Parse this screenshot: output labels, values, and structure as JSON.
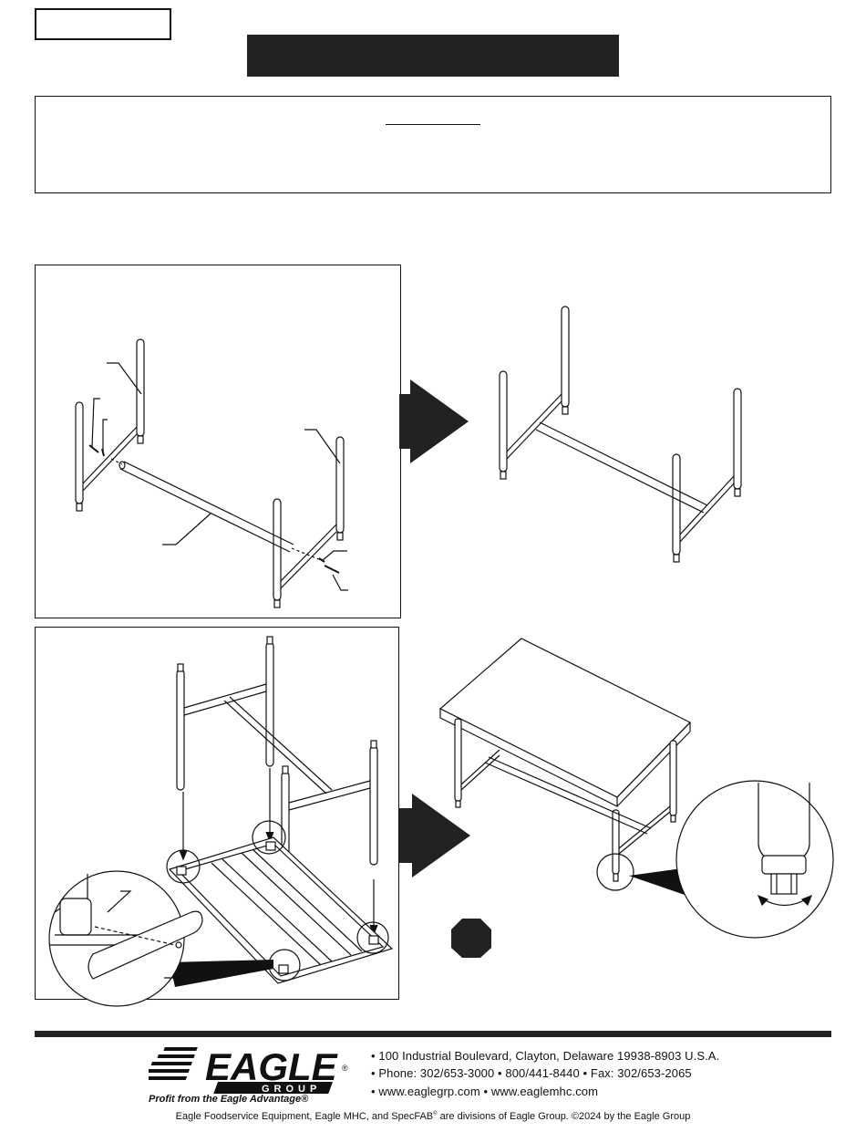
{
  "footer": {
    "address": "• 100 Industrial Boulevard, Clayton, Delaware 19938-8903 U.S.A.",
    "phone": "• Phone: 302/653-3000 • 800/441-8440 • Fax: 302/653-2065",
    "web": "• www.eaglegrp.com • www.eaglemhc.com",
    "legal_prefix": "Eagle Foodservice Equipment, Eagle MHC, and SpecFAB",
    "legal_suffix": " are divisions of Eagle Group. ©2024 by the Eagle Group",
    "registered_mark": "®"
  },
  "logo": {
    "word": "EAGLE",
    "sub": "GROUP",
    "mark": "®",
    "tagline": "Profit from the Eagle Advantage®"
  },
  "colors": {
    "ink": "#111111",
    "bar": "#222222",
    "paper": "#ffffff"
  },
  "icons": [
    "right-arrow-icon",
    "stop-octagon-icon",
    "rotate-arrows-icon"
  ]
}
